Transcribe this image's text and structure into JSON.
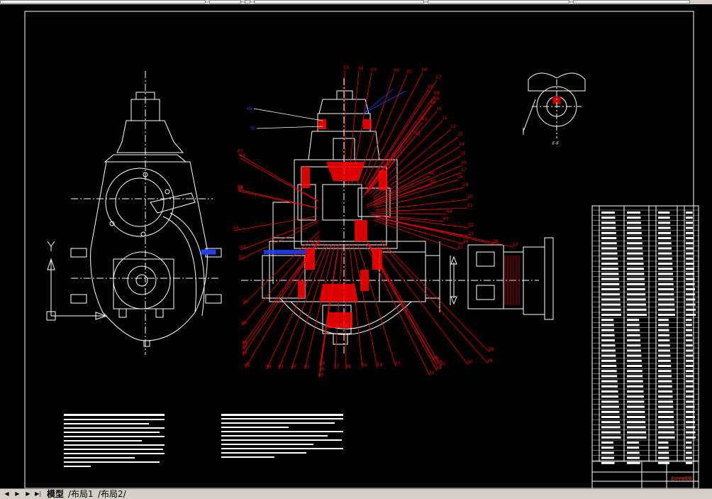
{
  "tabs": {
    "model": "模型",
    "layout1": "布局1",
    "layout2": "布局2"
  },
  "nav": {
    "first": "◀",
    "prev": "▶",
    "next": "▶",
    "last": "▶|"
  },
  "drawing": {
    "section_label": "F-F",
    "axis_label": "Y",
    "title_cell": "驱动桥装配图"
  },
  "balloons": {
    "red": [
      "01",
      "02",
      "03",
      "04",
      "05",
      "06",
      "07",
      "08",
      "09",
      "10",
      "11",
      "12",
      "13",
      "14",
      "15",
      "16",
      "17",
      "18",
      "19",
      "20",
      "21",
      "22",
      "23",
      "24",
      "25",
      "26",
      "27",
      "28",
      "29",
      "30",
      "31",
      "32",
      "33",
      "34",
      "35",
      "36",
      "37",
      "38",
      "39",
      "40",
      "41",
      "42",
      "43",
      "44",
      "45",
      "46",
      "47",
      "48",
      "49",
      "50",
      "51",
      "52",
      "53",
      "54",
      "55",
      "56",
      "57",
      "58",
      "59",
      "60",
      "61",
      "62",
      "63",
      "64",
      "65",
      "66",
      "67",
      "68"
    ],
    "blue": [
      "69",
      "70"
    ]
  },
  "colors": {
    "background": "#000000",
    "lines": "#ffffff",
    "leaders": "#ff0000",
    "blue_leaders": "#2040ff",
    "ui_gray": "#d4d0c8"
  }
}
